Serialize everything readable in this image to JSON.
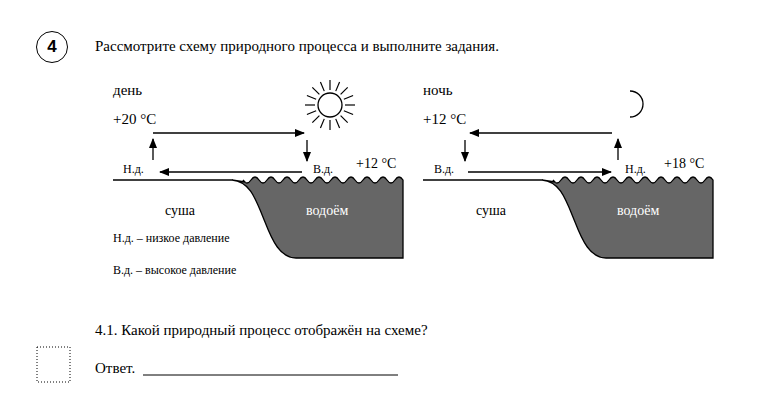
{
  "diagram": {
    "title": "Рассмотрите схему природного процесса и выполните задания.",
    "nodes": [
      {
        "text": [
          "4"
        ]
      }
    ],
    "labels": [
      "день",
      "+20 °C",
      "Н.д.",
      "В.д.",
      "+12 °C",
      "суша",
      "водоём",
      "ночь",
      "+12 °C",
      "В.д.",
      "Н.д.",
      "+18 °C",
      "суша",
      "водоём",
      "Н.д. – низкое давление",
      "В.д. – высокое давление",
      "4.1. Какой природный процесс отображён на схеме?",
      "Ответ."
    ]
  }
}
